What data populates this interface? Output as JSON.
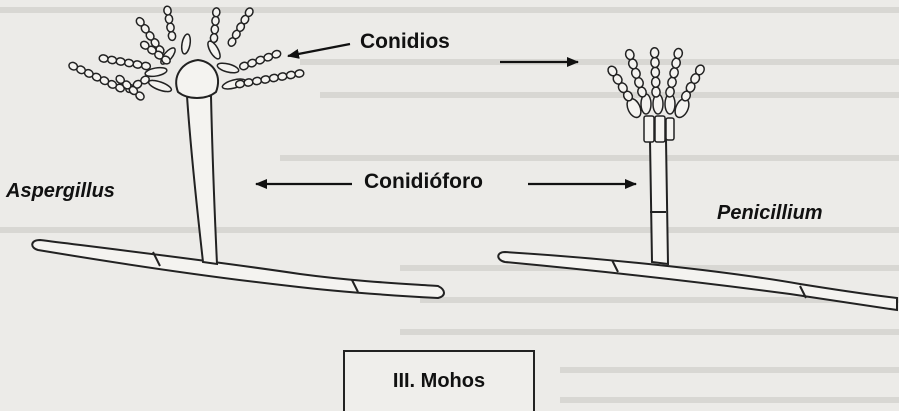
{
  "labels": {
    "conidios": "Conidios",
    "conidioforo": "Conidióforo",
    "aspergillus": "Aspergillus",
    "penicillium": "Penicillium"
  },
  "caption": "III. Mohos",
  "colors": {
    "ink": "#222222",
    "paper": "#ecebe8"
  }
}
